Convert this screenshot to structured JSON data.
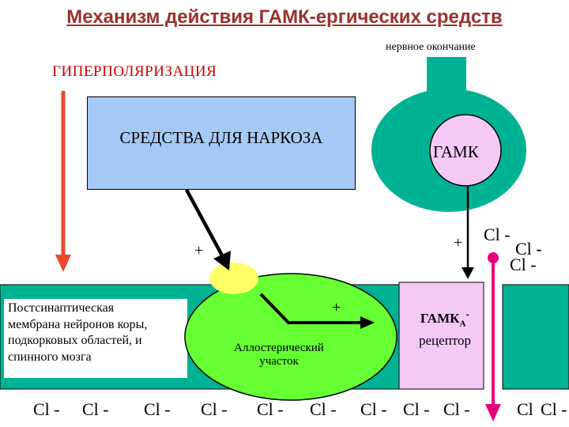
{
  "title": "Механизм действия ГАМК-ергических средств",
  "labels": {
    "nerve_ending": "нервное окончание",
    "hyperpolarization": "ГИПЕРПОЛЯРИЗАЦИЯ",
    "anesthetics": "СРЕДСТВА ДЛЯ НАРКОЗА",
    "gaba": "ГАМК",
    "membrane_lines": [
      "Постсинаптическая",
      "мембрана нейронов коры,",
      "подкорковых областей, и",
      "спинного мозга"
    ],
    "allosteric_lines": [
      "Аллостерический",
      "участок"
    ],
    "receptor_main": "ГАМК",
    "receptor_sub": "А",
    "receptor_sup": "-",
    "receptor_line2": "рецептор",
    "plus": "+"
  },
  "chloride": {
    "symbol": "Cl",
    "charge": "-",
    "top_ions": [
      "Cl -",
      "Cl -",
      "Cl -"
    ],
    "bottom_ions": [
      "Cl -",
      "Cl -",
      "Cl -",
      "Cl -",
      "Cl -",
      "Cl -",
      "Cl -",
      "Cl -",
      "Cl -",
      "Cl",
      "Cl -"
    ]
  },
  "colors": {
    "title": "#99312e",
    "membrane_fill": "#00b294",
    "neuron_fill": "#00b294",
    "anesthetic_box": "#a5c9f5",
    "allosteric_site": "#ffff66",
    "receptor_box": "#f5c9f5",
    "hyperpolarization_arrow": "#e84a2b",
    "chloride_arrow": "#e8007a",
    "membrane_ellipse": "#66ff33"
  }
}
